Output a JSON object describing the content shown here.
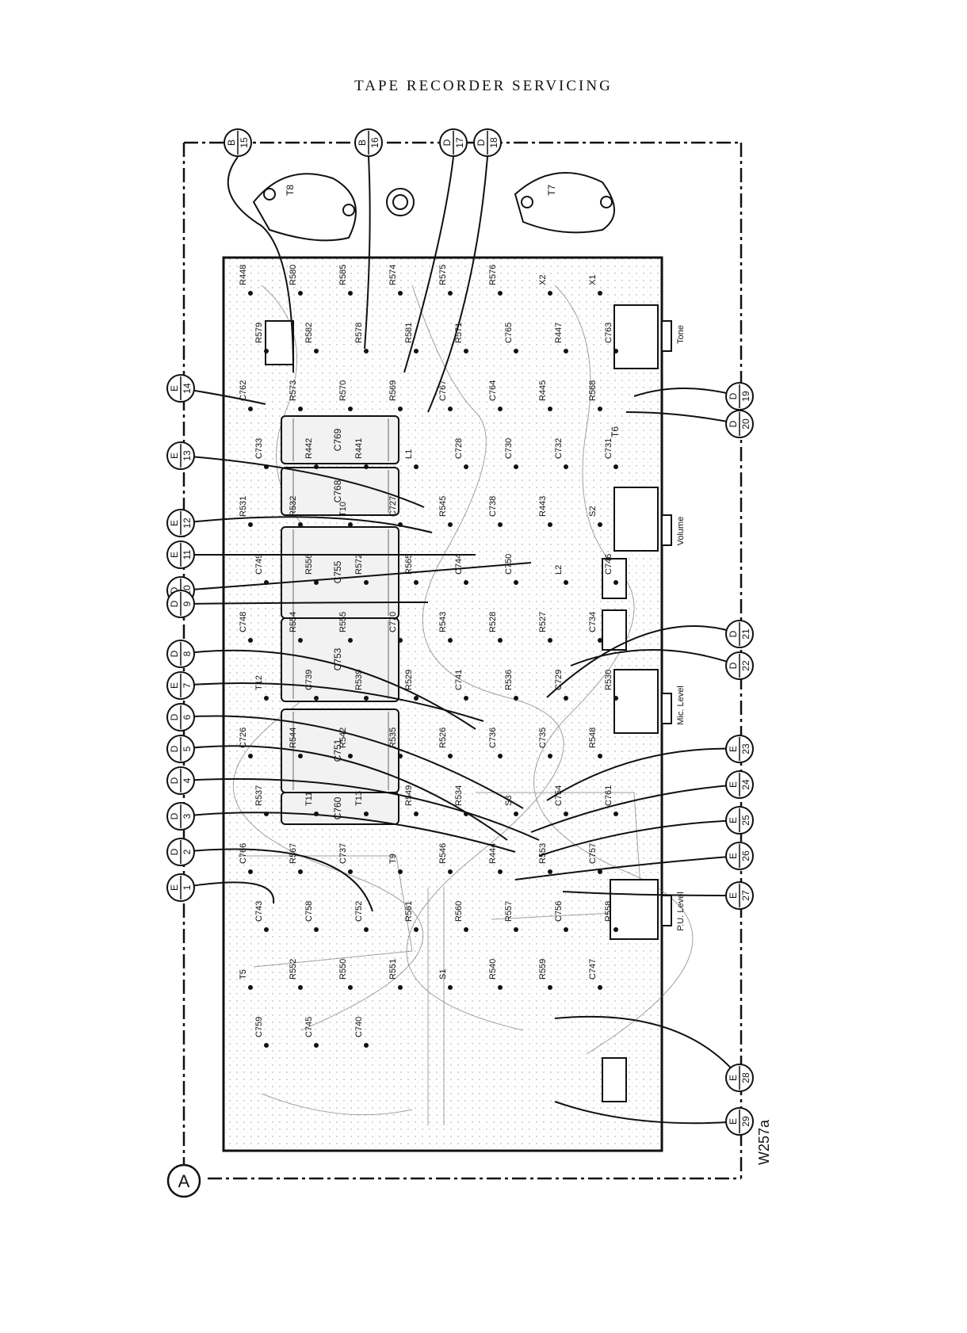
{
  "page": {
    "title": "TAPE RECORDER SERVICING"
  },
  "figure": {
    "ref": "W257a",
    "frame_label": "A",
    "controls": [
      "Tone",
      "Volume",
      "Mic. Level",
      "P.U. Level"
    ],
    "transistors": [
      "T8",
      "T7",
      "T6"
    ],
    "top_connectors": [
      {
        "letter": "B",
        "num": "15"
      },
      {
        "letter": "B",
        "num": "16"
      },
      {
        "letter": "D",
        "num": "17"
      },
      {
        "letter": "D",
        "num": "18"
      }
    ],
    "left_connectors": [
      {
        "letter": "E",
        "num": "14"
      },
      {
        "letter": "E",
        "num": "13"
      },
      {
        "letter": "E",
        "num": "12"
      },
      {
        "letter": "E",
        "num": "11"
      },
      {
        "letter": "D",
        "num": "10"
      },
      {
        "letter": "D",
        "num": "9"
      },
      {
        "letter": "D",
        "num": "8"
      },
      {
        "letter": "E",
        "num": "7"
      },
      {
        "letter": "D",
        "num": "6"
      },
      {
        "letter": "D",
        "num": "5"
      },
      {
        "letter": "D",
        "num": "4"
      },
      {
        "letter": "D",
        "num": "3"
      },
      {
        "letter": "D",
        "num": "2"
      },
      {
        "letter": "E",
        "num": "1"
      }
    ],
    "right_connectors": [
      {
        "letter": "D",
        "num": "19"
      },
      {
        "letter": "D",
        "num": "20"
      },
      {
        "letter": "D",
        "num": "21"
      },
      {
        "letter": "D",
        "num": "22"
      },
      {
        "letter": "E",
        "num": "23"
      },
      {
        "letter": "E",
        "num": "24"
      },
      {
        "letter": "E",
        "num": "25"
      },
      {
        "letter": "E",
        "num": "26"
      },
      {
        "letter": "E",
        "num": "27"
      },
      {
        "letter": "E",
        "num": "28"
      },
      {
        "letter": "E",
        "num": "29"
      }
    ],
    "capacitors_large": [
      "C769",
      "C768",
      "C755",
      "C753",
      "C751",
      "C760"
    ],
    "components": [
      "R448",
      "R580",
      "R585",
      "R574",
      "R575",
      "R576",
      "X2",
      "X1",
      "R579",
      "R582",
      "R578",
      "R581",
      "R571",
      "C765",
      "R447",
      "C763",
      "C762",
      "R573",
      "R570",
      "R569",
      "C767",
      "C764",
      "R445",
      "R568",
      "C733",
      "R442",
      "R441",
      "L1",
      "C728",
      "C730",
      "C732",
      "C731",
      "R531",
      "R532",
      "T10",
      "C727",
      "R545",
      "C738",
      "R443",
      "S2",
      "C749",
      "R556",
      "R572",
      "R565",
      "C744",
      "C750",
      "L2",
      "C746",
      "C748",
      "R554",
      "R555",
      "C770",
      "R543",
      "R528",
      "R527",
      "C734",
      "T12",
      "C739",
      "R539",
      "R529",
      "C741",
      "R536",
      "C729",
      "R530",
      "C726",
      "R544",
      "R542",
      "R535",
      "R526",
      "C736",
      "C735",
      "R548",
      "R537",
      "T11",
      "T13",
      "R549",
      "R534",
      "S3",
      "C754",
      "C761",
      "C766",
      "R567",
      "C737",
      "T9",
      "R546",
      "R444",
      "R553",
      "C757",
      "C743",
      "C758",
      "C752",
      "R561",
      "R560",
      "R557",
      "C756",
      "R558",
      "T5",
      "R552",
      "R550",
      "R551",
      "S1",
      "R540",
      "R559",
      "C747",
      "C759",
      "C745",
      "C740"
    ]
  }
}
